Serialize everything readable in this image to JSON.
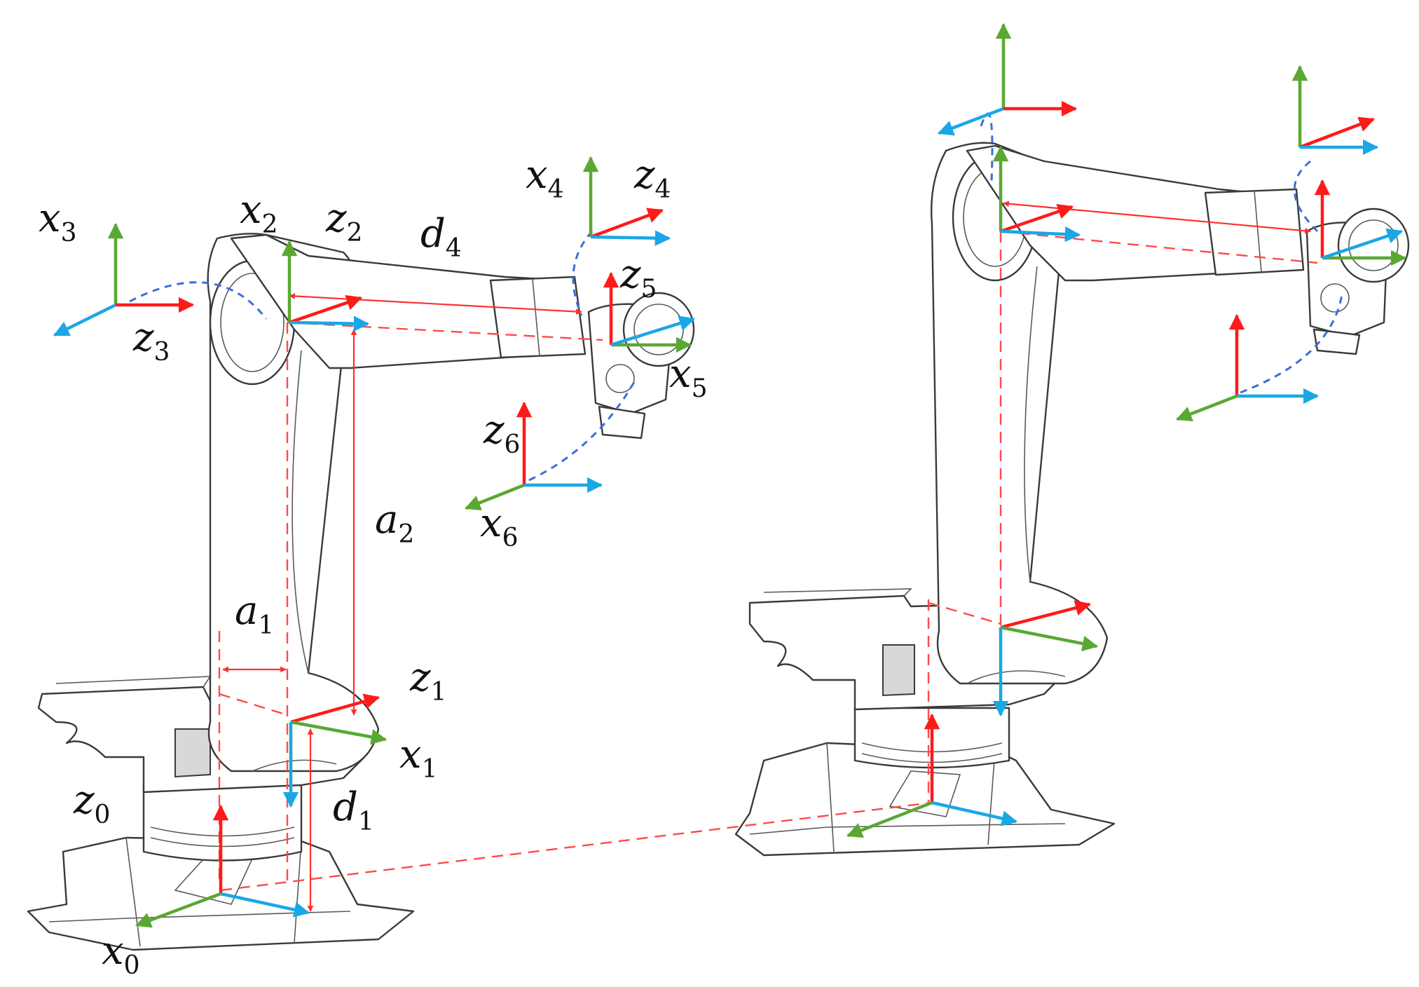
{
  "colors": {
    "axis_x": "#1aa7e6",
    "axis_y": "#5aa832",
    "axis_z": "#ff1a1a",
    "dimension": "#ff3030",
    "rotation_path": "#3b6fd8",
    "robot_outline": "#3a3a3a"
  },
  "labels": {
    "x3": {
      "base": "x",
      "sub": "3"
    },
    "z3": {
      "base": "z",
      "sub": "3"
    },
    "x2": {
      "base": "x",
      "sub": "2"
    },
    "z2": {
      "base": "z",
      "sub": "2"
    },
    "d4": {
      "base": "d",
      "sub": "4"
    },
    "x4": {
      "base": "x",
      "sub": "4"
    },
    "z4": {
      "base": "z",
      "sub": "4"
    },
    "z5": {
      "base": "z",
      "sub": "5"
    },
    "x5": {
      "base": "x",
      "sub": "5"
    },
    "z6": {
      "base": "z",
      "sub": "6"
    },
    "x6": {
      "base": "x",
      "sub": "6"
    },
    "a2": {
      "base": "a",
      "sub": "2"
    },
    "a1": {
      "base": "a",
      "sub": "1"
    },
    "z1": {
      "base": "z",
      "sub": "1"
    },
    "x1": {
      "base": "x",
      "sub": "1"
    },
    "z0": {
      "base": "z",
      "sub": "0"
    },
    "d1": {
      "base": "d",
      "sub": "1"
    },
    "x0": {
      "base": "x",
      "sub": "0"
    }
  },
  "icons": {
    "robot_left": "industrial-6-axis-robot-arm",
    "robot_right": "industrial-6-axis-robot-arm"
  }
}
